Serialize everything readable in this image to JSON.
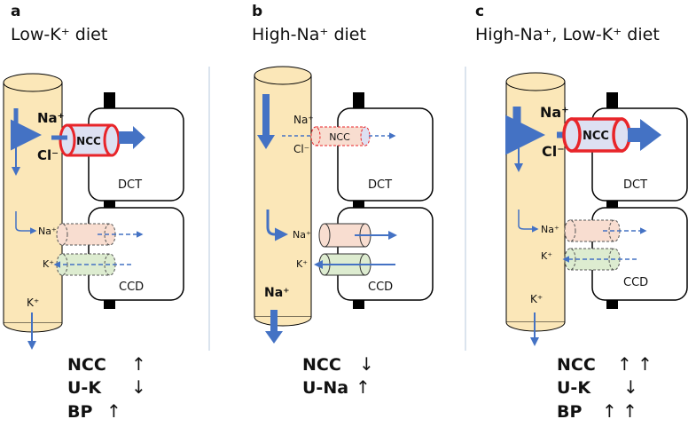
{
  "colors": {
    "tubule_fill": "#fbe7b8",
    "flow_arrow": "#4472c4",
    "ncc_border": "#e8252a",
    "ncc_fill": "#dde0f2",
    "na_channel_fill": "#f8ddd0",
    "k_channel_fill": "#ddecd0",
    "divider": "#b7c8de"
  },
  "panels": [
    {
      "letter": "a",
      "title": "Low-K⁺ diet",
      "na_label": "Na⁺",
      "cl_label": "Cl⁻",
      "ncc_label": "NCC",
      "dct_label": "DCT",
      "ccd_label": "CCD",
      "ccd_na_label": "Na⁺",
      "ccd_k_label": "K⁺",
      "bottom_label": "K⁺",
      "summary": [
        {
          "label": "NCC",
          "arrow": "↑"
        },
        {
          "label": "U-K",
          "arrow": "↓"
        },
        {
          "label": "BP",
          "arrow": "↑"
        }
      ]
    },
    {
      "letter": "b",
      "title": "High-Na⁺ diet",
      "na_label": "Na⁺",
      "cl_label": "Cl⁻",
      "ncc_label": "NCC",
      "dct_label": "DCT",
      "ccd_label": "CCD",
      "ccd_na_label": "Na⁺",
      "ccd_k_label": "K⁺",
      "bottom_label": "Na⁺",
      "summary": [
        {
          "label": "NCC",
          "arrow": "↓"
        },
        {
          "label": "U-Na",
          "arrow": "↑"
        }
      ]
    },
    {
      "letter": "c",
      "title": "High-Na⁺, Low-K⁺ diet",
      "na_label": "Na⁺",
      "cl_label": "Cl⁻",
      "ncc_label": "NCC",
      "dct_label": "DCT",
      "ccd_label": "CCD",
      "ccd_na_label": "Na⁺",
      "ccd_k_label": "K⁺",
      "bottom_label": "K⁺",
      "summary": [
        {
          "label": "NCC",
          "arrow": "↑ ↑"
        },
        {
          "label": "U-K",
          "arrow": "↓"
        },
        {
          "label": "BP",
          "arrow": "↑ ↑"
        }
      ]
    }
  ]
}
